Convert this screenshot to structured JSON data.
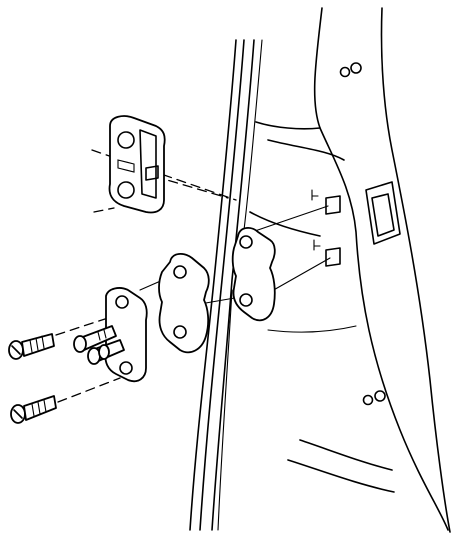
{
  "diagram": {
    "description": "",
    "components": [
      {
        "id": "body-pillar",
        "kind": "vehicle body pillar"
      },
      {
        "id": "door-edge",
        "kind": "door edge panel"
      },
      {
        "id": "striker-cover",
        "kind": "striker bracket"
      },
      {
        "id": "spacer-front",
        "kind": "spacer shim"
      },
      {
        "id": "spacer-rear",
        "kind": "spacer shim"
      },
      {
        "id": "mounting-plate",
        "kind": "mounting plate"
      },
      {
        "id": "striker-bolts",
        "kind": "striker studs"
      },
      {
        "id": "screw-upper",
        "kind": "screw"
      },
      {
        "id": "screw-lower",
        "kind": "screw"
      }
    ]
  }
}
